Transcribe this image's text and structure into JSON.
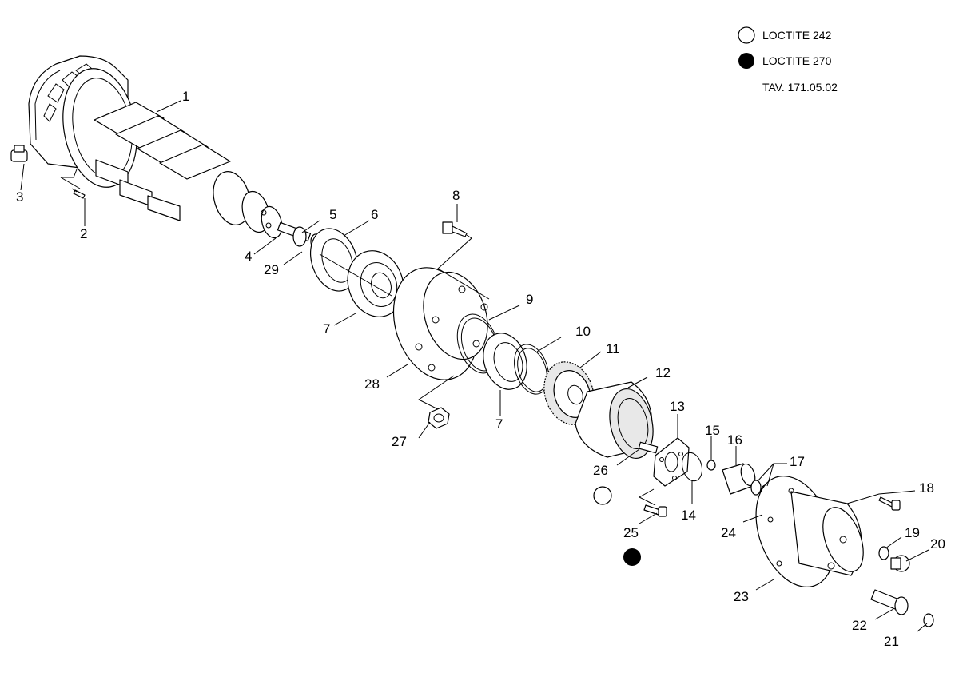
{
  "legend": {
    "loctite_242": "LOCTITE 242",
    "loctite_270": "LOCTITE 270",
    "table_ref": "TAV. 171.05.02",
    "symbol_242_color": "#ffffff",
    "symbol_270_color": "#000000"
  },
  "callouts": [
    "1",
    "2",
    "3",
    "4",
    "5",
    "6",
    "7",
    "7",
    "8",
    "9",
    "10",
    "11",
    "12",
    "13",
    "14",
    "15",
    "16",
    "17",
    "18",
    "19",
    "20",
    "21",
    "22",
    "23",
    "24",
    "25",
    "26",
    "27",
    "28",
    "29"
  ]
}
